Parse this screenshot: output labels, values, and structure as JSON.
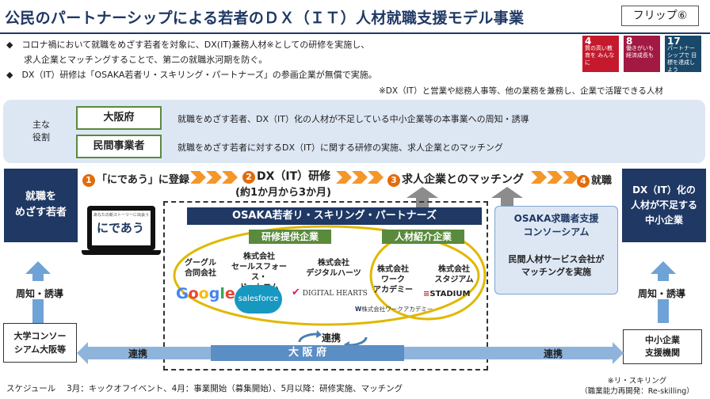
{
  "header": {
    "title": "公民のパートナーシップによる若者のＤＸ（ＩＴ）人材就職支援モデル事業",
    "flip_label": "フリップ⑥"
  },
  "bullets": [
    "◆　コロナ禍において就職をめざす若者を対象に、DX(IT)兼務人材※としての研修を実施し、",
    "　　求人企業とマッチングすることで、第二の就職氷河期を防ぐ。",
    "◆　DX（IT）研修は「OSAKA若者リ・スキリング・パートナーズ」の参画企業が無償で実施。"
  ],
  "footnote_dx": "※DX（IT）と営業や総務人事等、他の業務を兼務し、企業で活躍できる人材",
  "sdgs": [
    {
      "num": "4",
      "label": "質の高い教育を みんなに",
      "color": "#c5192d"
    },
    {
      "num": "8",
      "label": "働きがいも 経済成長も",
      "color": "#a21942"
    },
    {
      "num": "17",
      "label": "パートナーシップで 目標を達成しよう",
      "color": "#19486a"
    }
  ],
  "roles": {
    "label": "主な\n役割",
    "rows": [
      {
        "name": "大阪府",
        "desc": "就職をめざす若者、DX（IT）化の人材が不足している中小企業等の本事業への周知・誘導"
      },
      {
        "name": "民間事業者",
        "desc": "就職をめざす若者に対するDX（IT）に関する研修の実施、求人企業とのマッチング"
      }
    ]
  },
  "left": {
    "youth": "就職を\nめざす若者",
    "promote": "周知・誘導",
    "univ": "大学コンソー\nシアム大阪等"
  },
  "right": {
    "sme": "DX（IT）化の\n人材が不足する\n中小企業",
    "promote": "周知・誘導",
    "support": "中小企業\n支援機関"
  },
  "steps": [
    {
      "num": "1",
      "label": "「にであう」に登録"
    },
    {
      "num": "2",
      "label": "DX（IT）研修"
    },
    {
      "num": "3",
      "label": "求人企業とのマッチング"
    },
    {
      "num": "4",
      "label": "就職"
    }
  ],
  "step2_sub": "(約1か月から3か月)",
  "laptop_brand": "にであう",
  "laptop_caption": "あなたの新ストーリーに出会う",
  "osaka_partners": "OSAKA若者リ・スキリング・パートナーズ",
  "training_label": "研修提供企業",
  "placement_label": "人材紹介企業",
  "companies": {
    "google": "グーグル\n合同会社",
    "salesforce": "株式会社\nセールスフォース・\nドットコム",
    "dh": "株式会社\nデジタルハーツ",
    "work": "株式会社\nワーク\nアカデミー",
    "stadium": "株式会社\nスタジアム"
  },
  "logos": {
    "google": "Google",
    "salesforce": "salesforce",
    "dh": "DIGITAL HEARTS",
    "stadium": "STADIUM",
    "work": "株式会社ワークアカデミー"
  },
  "consortium": {
    "title": "OSAKA求職者支援\nコンソーシアム",
    "desc": "民間人材サービス会社が\nマッチングを実施"
  },
  "renkei_center": "連携",
  "renkei_left": "連携",
  "renkei_right": "連携",
  "osaka_bar": "大 阪 府",
  "schedule": "スケジュール　 3月：キックオフイベント、4月：事業開始（募集開始）、5月以降：研修実施、マッチング",
  "footnote_reskill": "※リ・スキリング\n（職業能力再開発：Re-skilling）"
}
